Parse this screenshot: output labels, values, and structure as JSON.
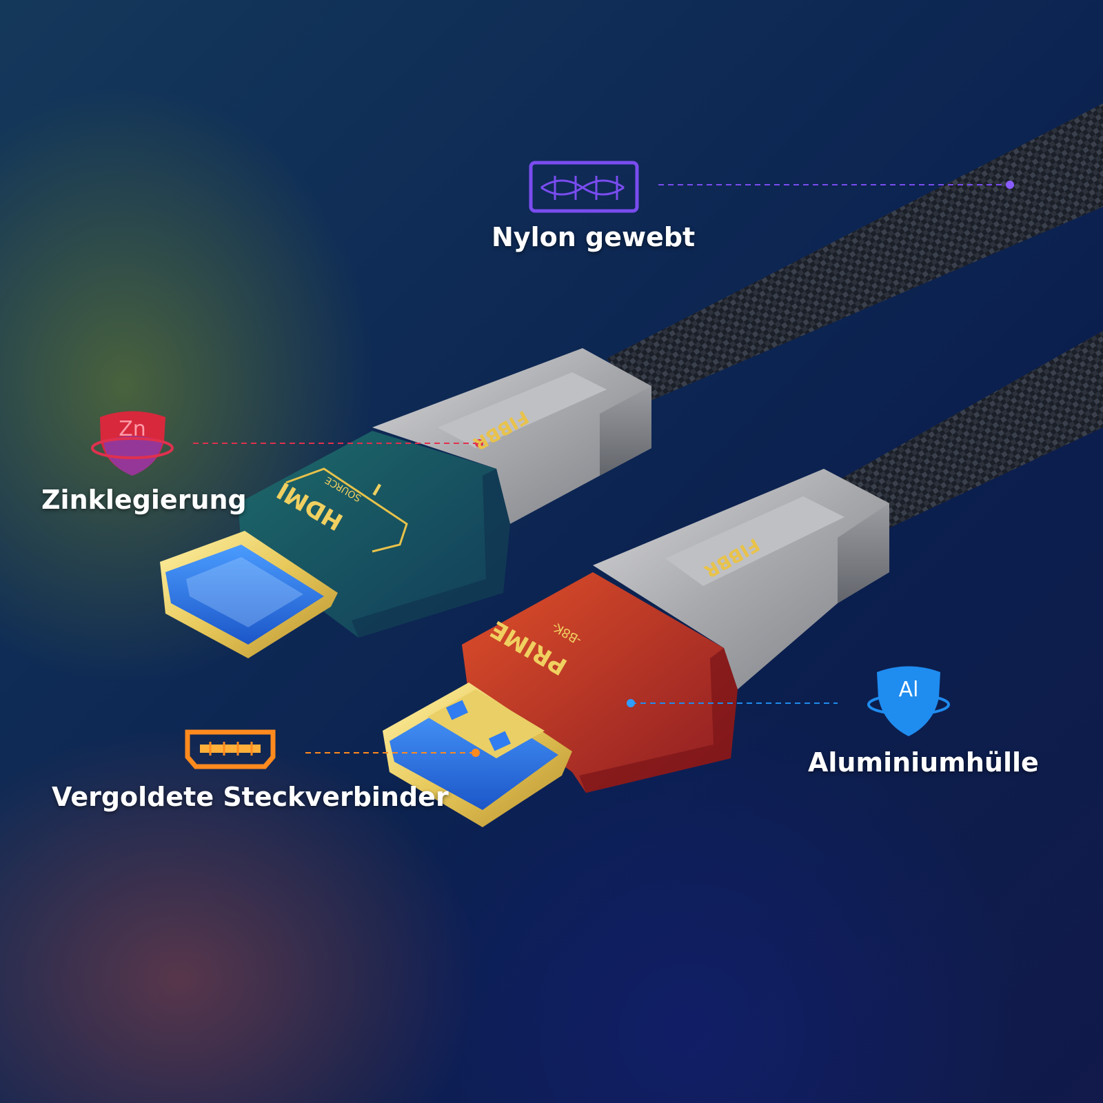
{
  "callouts": {
    "nylon": {
      "label": "Nylon gewebt",
      "icon": "woven-fabric-icon",
      "color": "#7a4cf0"
    },
    "zinc": {
      "label": "Zinklegierung",
      "icon": "zn-shield-icon",
      "icon_text": "Zn",
      "color": "#e0304e"
    },
    "gold": {
      "label": "Vergoldete Steckverbinder",
      "icon": "connector-icon",
      "color": "#ff8a1e"
    },
    "aluminium": {
      "label": "Aluminiumhülle",
      "icon": "al-shield-icon",
      "icon_text": "Al",
      "color": "#1f8cf0"
    }
  },
  "product": {
    "brand": "FIBBR",
    "left_plug": {
      "badge": "HDMI",
      "sub": "SOURCE",
      "mark": "I"
    },
    "right_plug": {
      "name": "PRIME",
      "sub": "-B8K-"
    }
  }
}
